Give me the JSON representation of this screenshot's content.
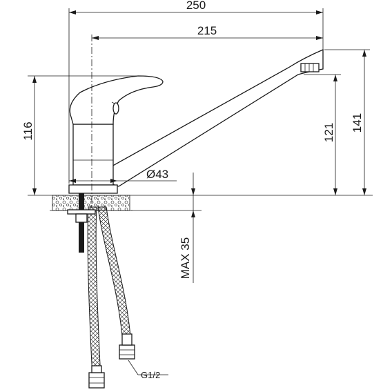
{
  "dimensions": {
    "overall_length": "250",
    "spout_reach": "215",
    "body_height": "116",
    "spout_outlet_height": "121",
    "total_height": "141",
    "base_diameter": "Ø43",
    "max_counter_thickness": "MAX 35",
    "hose_thread": "G1/2"
  }
}
